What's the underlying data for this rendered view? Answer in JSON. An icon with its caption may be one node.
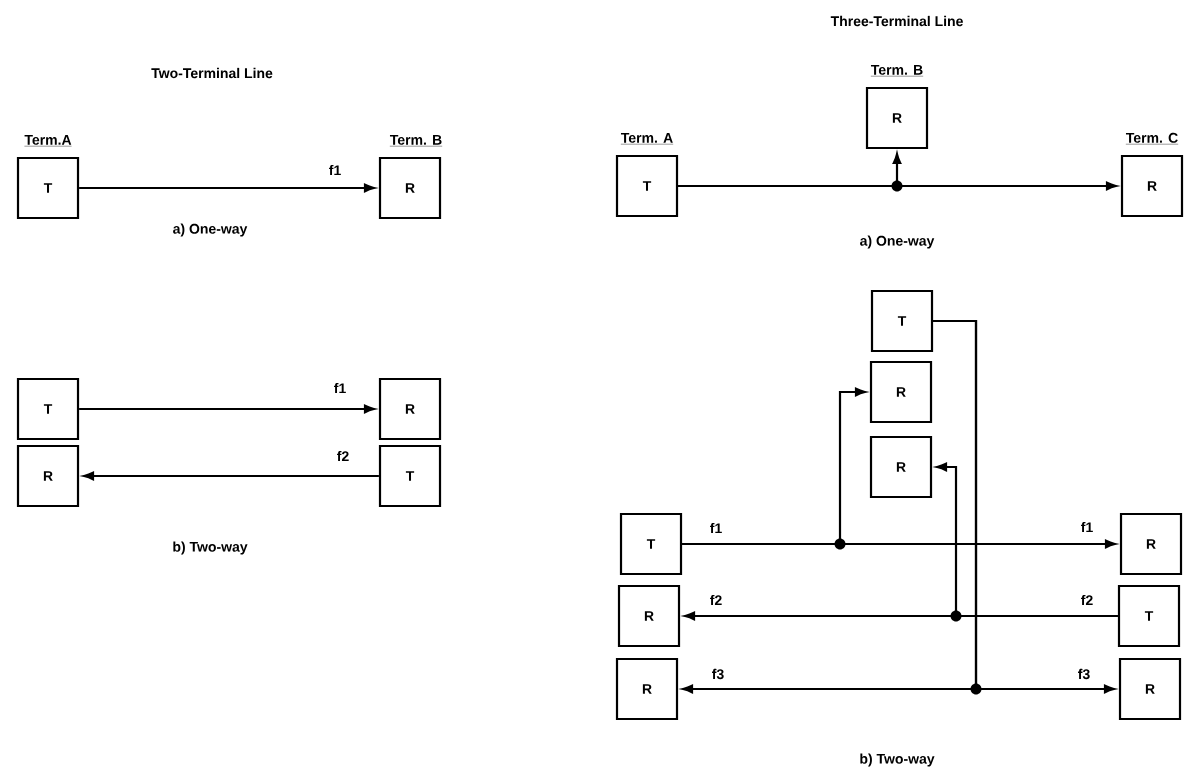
{
  "diagram": {
    "nodes": [
      {
        "text": [
          "T"
        ],
        "beside": [
          "Term.A"
        ]
      },
      {
        "text": [
          "R"
        ],
        "beside": [
          "Term. B"
        ]
      },
      {
        "text": [
          "T"
        ]
      },
      {
        "text": [
          "R"
        ]
      },
      {
        "text": [
          "R"
        ]
      },
      {
        "text": [
          "T"
        ]
      },
      {
        "text": [
          "T"
        ],
        "beside": [
          "Term. A"
        ]
      },
      {
        "text": [
          "R"
        ],
        "beside": [
          "Term. B"
        ]
      },
      {
        "text": [
          "R"
        ],
        "beside": [
          "Term. C"
        ]
      },
      {
        "text": [
          "T"
        ]
      },
      {
        "text": [
          "R"
        ]
      },
      {
        "text": [
          "R"
        ]
      },
      {
        "text": [
          "T"
        ]
      },
      {
        "text": [
          "R"
        ]
      },
      {
        "text": [
          "R"
        ]
      },
      {
        "text": [
          "T"
        ]
      },
      {
        "text": [
          "R"
        ]
      },
      {
        "text": [
          "R"
        ]
      }
    ],
    "edges": [
      {
        "from": 0,
        "to": 1,
        "arrow": "to",
        "label": "f1"
      },
      {
        "from": 2,
        "to": 3,
        "arrow": "to",
        "label": "f1"
      },
      {
        "from": 5,
        "to": 4,
        "arrow": "to",
        "label": "f2"
      },
      {
        "from": 6,
        "to": 7,
        "arrow": "to"
      },
      {
        "from": 6,
        "to": 8,
        "arrow": "to"
      },
      {
        "from": 12,
        "to": 10,
        "arrow": "to",
        "label": "f1"
      },
      {
        "from": 12,
        "to": 13,
        "arrow": "to",
        "label": "f1"
      },
      {
        "from": 15,
        "to": 14,
        "arrow": "to",
        "label": "f2"
      },
      {
        "from": 15,
        "to": 11,
        "arrow": "to",
        "label": "f2"
      },
      {
        "from": 9,
        "to": 16,
        "arrow": "to",
        "label": "f3"
      },
      {
        "from": 9,
        "to": 17,
        "arrow": "to",
        "label": "f3"
      }
    ],
    "labels": [
      "Two-Terminal Line",
      "a) One-way",
      "b) Two-way",
      "Three-Terminal Line",
      "a) One-way",
      "b) Two-way"
    ]
  }
}
